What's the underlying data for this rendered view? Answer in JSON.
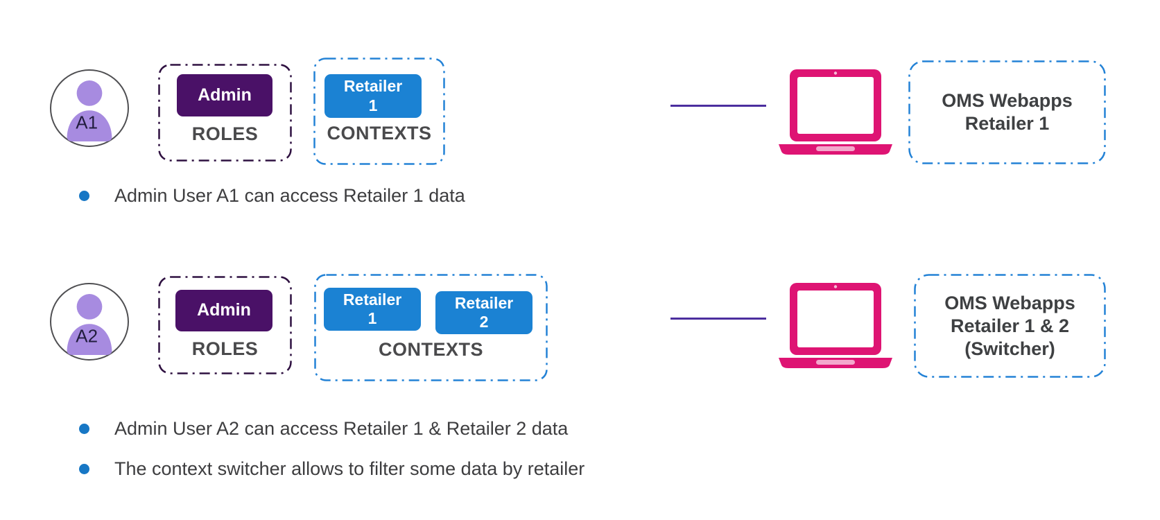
{
  "rows": [
    {
      "avatar": {
        "label": "A1"
      },
      "roles_box": {
        "label": "ROLES",
        "badges": [
          {
            "lines": [
              "Admin"
            ]
          }
        ]
      },
      "contexts_box": {
        "label": "CONTEXTS",
        "badges": [
          {
            "lines": [
              "Retailer",
              "1"
            ]
          }
        ]
      },
      "destination_box": {
        "lines": [
          "OMS Webapps",
          "Retailer 1"
        ]
      }
    },
    {
      "avatar": {
        "label": "A2"
      },
      "roles_box": {
        "label": "ROLES",
        "badges": [
          {
            "lines": [
              "Admin"
            ]
          }
        ]
      },
      "contexts_box": {
        "label": "CONTEXTS",
        "badges": [
          {
            "lines": [
              "Retailer",
              "1"
            ]
          },
          {
            "lines": [
              "Retailer",
              "2"
            ]
          }
        ]
      },
      "destination_box": {
        "lines": [
          "OMS Webapps",
          "Retailer 1 & 2",
          "(Switcher)"
        ]
      }
    }
  ],
  "bullets": [
    {
      "text": "Admin User A1 can access Retailer 1 data"
    },
    {
      "text": "Admin User A2 can access Retailer 1 & Retailer 2 data"
    },
    {
      "text": "The context switcher allows to filter some data by retailer"
    }
  ],
  "colors": {
    "role_badge": "#4a1167",
    "context_badge": "#1b82d3",
    "roles_border": "#2e1040",
    "contexts_border": "#2382d6",
    "destination_border": "#2382d6",
    "laptop": "#de1473",
    "connector": "#4b2e9e",
    "bullet_dot": "#1777c5",
    "avatar_fill": "#a78be0",
    "body_text": "#3d3d3f"
  }
}
